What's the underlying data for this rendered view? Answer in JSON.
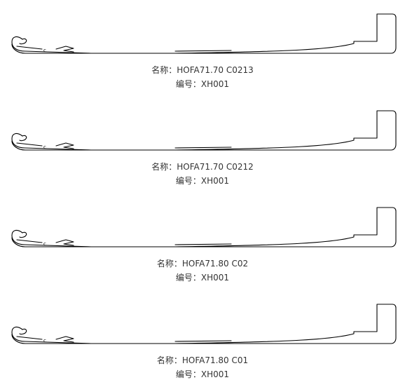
{
  "products": [
    {
      "name_label": "名称：",
      "name_value": "HOFA71.70 C0213",
      "code_label": "编号：",
      "code_value": "XH001"
    },
    {
      "name_label": "名称：",
      "name_value": "HOFA71.70 C0212",
      "code_label": "编号：",
      "code_value": "XH001"
    },
    {
      "name_label": "名称：",
      "name_value": "HOFA71.80 C02",
      "code_label": "编号：",
      "code_value": "XH001"
    },
    {
      "name_label": "名称：",
      "name_value": "HOFA71.80 C01",
      "code_label": "编号：",
      "code_value": "XH001"
    }
  ],
  "diagram_marker": "c"
}
